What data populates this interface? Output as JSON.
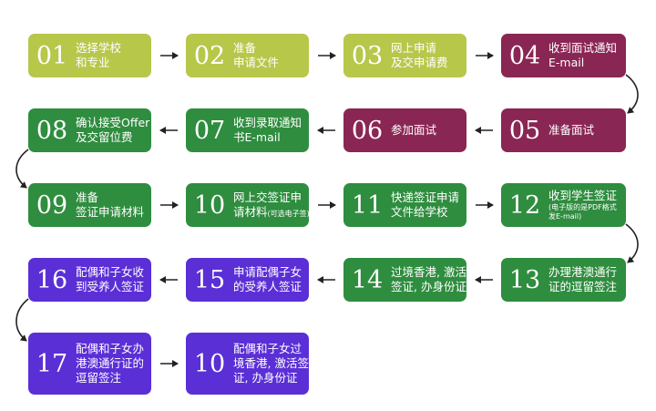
{
  "steps": [
    {
      "num": "01",
      "lines": [
        "选择学校",
        "和专业"
      ]
    },
    {
      "num": "02",
      "lines": [
        "准备",
        "申请文件"
      ]
    },
    {
      "num": "03",
      "lines": [
        "网上申请",
        "及交申请费"
      ]
    },
    {
      "num": "04",
      "lines": [
        "收到面试通知",
        "E-mail"
      ]
    },
    {
      "num": "05",
      "lines": [
        "准备面试"
      ]
    },
    {
      "num": "06",
      "lines": [
        "参加面试"
      ]
    },
    {
      "num": "07",
      "lines": [
        "收到录取通知",
        "书E-mail"
      ]
    },
    {
      "num": "08",
      "lines": [
        "确认接受Offer",
        "及交留位费"
      ]
    },
    {
      "num": "09",
      "lines": [
        "准备",
        "签证申请材料"
      ]
    },
    {
      "num": "10",
      "lines": [
        "网上交签证申",
        "请材料"
      ],
      "note": "(可选电子签)"
    },
    {
      "num": "11",
      "lines": [
        "快递签证申请",
        "文件给学校"
      ]
    },
    {
      "num": "12",
      "lines": [
        "收到学生签证"
      ],
      "note_lines": [
        "(电子版的是PDF格式",
        "发E-mail)"
      ]
    },
    {
      "num": "13",
      "lines": [
        "办理港澳通行",
        "证的逗留签注"
      ]
    },
    {
      "num": "14",
      "lines": [
        "过境香港, 激活",
        "签证, 办身份证"
      ]
    },
    {
      "num": "15",
      "lines": [
        "申请配偶子女",
        "的受养人签证"
      ]
    },
    {
      "num": "16",
      "lines": [
        "配偶和子女收",
        "到受养人签证"
      ]
    },
    {
      "num": "17",
      "lines": [
        "配偶和子女办",
        "港澳通行证的",
        "逗留签注"
      ]
    },
    {
      "num": "10",
      "lines": [
        "配偶和子女过",
        "境香港, 激活签",
        "证, 办身份证"
      ]
    }
  ],
  "colors": {
    "olive": "#b7c74a",
    "plum": "#8a2654",
    "green": "#2f8d3f",
    "purple": "#5b2fd6",
    "arrow": "#222222"
  }
}
